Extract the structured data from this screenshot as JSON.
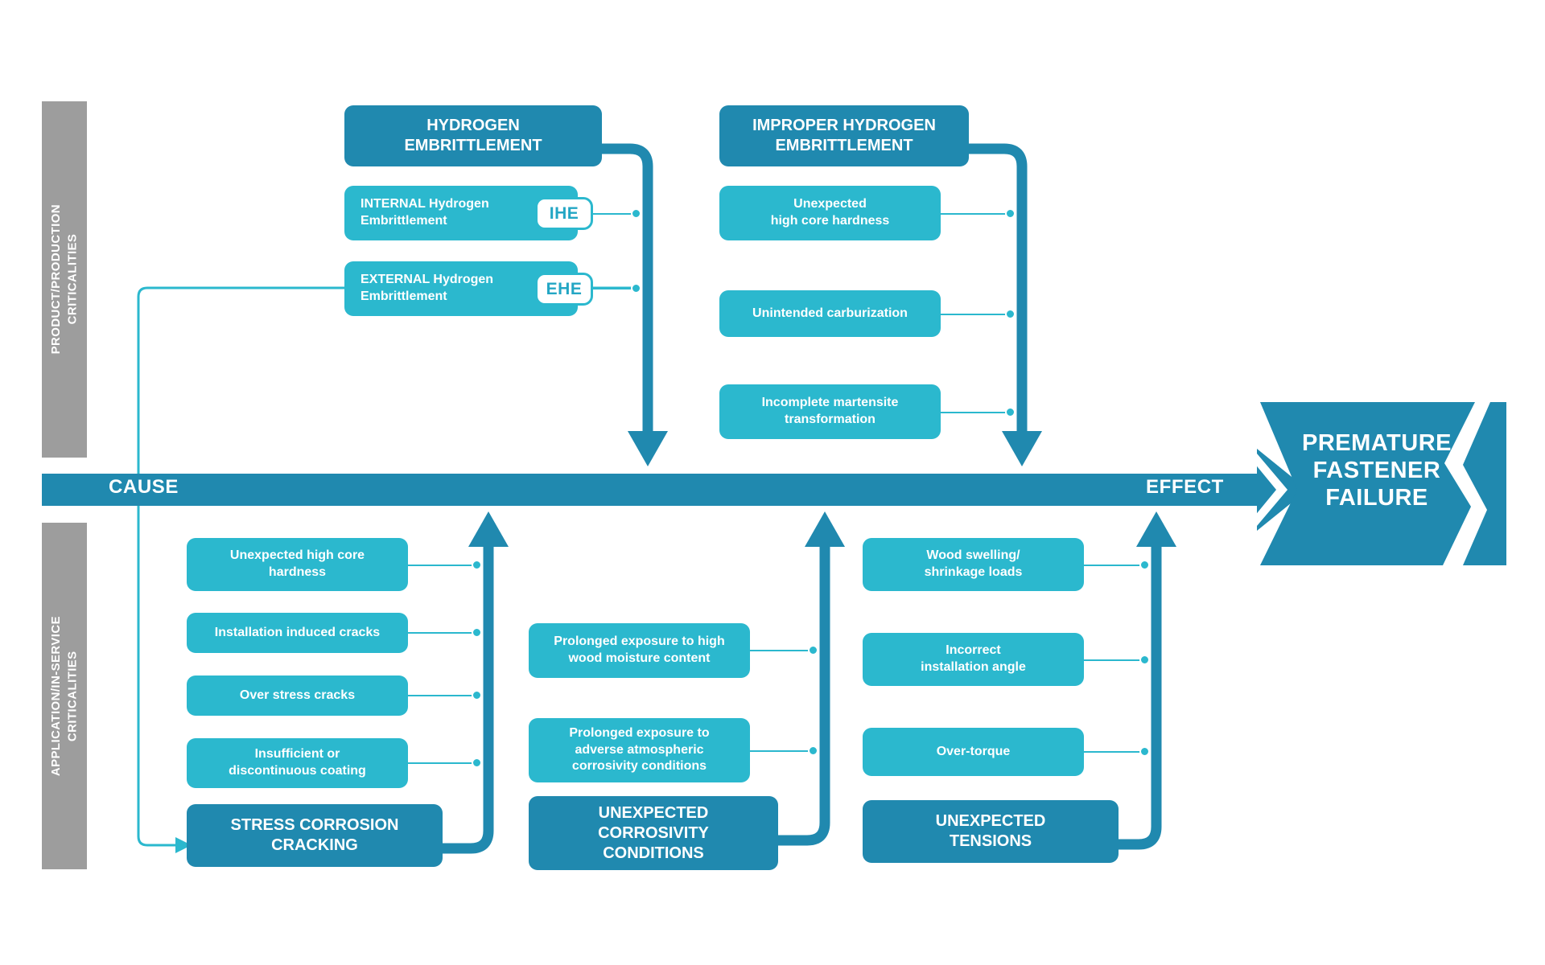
{
  "diagram": {
    "title": "Premature Fastener Failure cause and effect diagram",
    "axis": {
      "cause_label": "CAUSE",
      "effect_label": "EFFECT"
    },
    "result": {
      "text": "PREMATURE\nFASTENER\nFAILURE"
    },
    "rails": [
      {
        "id": "rail-top",
        "label": "PRODUCT/PRODUCTION\nCRITICALITIES"
      },
      {
        "id": "rail-bottom",
        "label": "APPLICATION/IN-SERVICE\nCRITICALITIES"
      }
    ],
    "colors": {
      "dark_teal": "#2089AF",
      "light_cyan": "#2BB8CE",
      "rail_grey": "#9d9d9d",
      "white": "#ffffff"
    },
    "groups": [
      {
        "id": "hydrogen-embrittlement",
        "region": "product-production",
        "header": "HYDROGEN\nEMBRITTLEMENT",
        "items": [
          {
            "label": "INTERNAL Hydrogen\nEmbrittlement",
            "badge": "IHE"
          },
          {
            "label": "EXTERNAL Hydrogen\nEmbrittlement",
            "badge": "EHE"
          }
        ]
      },
      {
        "id": "improper-hydrogen-embrittlement",
        "region": "product-production",
        "header": "IMPROPER HYDROGEN\nEMBRITTLEMENT",
        "items": [
          {
            "label": "Unexpected\nhigh core hardness",
            "badge": ""
          },
          {
            "label": "Unintended carburization",
            "badge": ""
          },
          {
            "label": "Incomplete martensite\ntransformation",
            "badge": ""
          }
        ]
      },
      {
        "id": "stress-corrosion-cracking",
        "region": "application-in-service",
        "header": "STRESS CORROSION\nCRACKING",
        "items": [
          {
            "label": "Unexpected high core\nhardness",
            "badge": ""
          },
          {
            "label": "Installation induced cracks",
            "badge": ""
          },
          {
            "label": "Over stress cracks",
            "badge": ""
          },
          {
            "label": "Insufficient or\ndiscontinuous coating",
            "badge": ""
          }
        ]
      },
      {
        "id": "unexpected-corrosivity-conditions",
        "region": "application-in-service",
        "header": "UNEXPECTED\nCORROSIVITY\nCONDITIONS",
        "items": [
          {
            "label": "Prolonged exposure to high\nwood moisture content",
            "badge": ""
          },
          {
            "label": "Prolonged exposure to\nadverse atmospheric\ncorrosivity conditions",
            "badge": ""
          }
        ]
      },
      {
        "id": "unexpected-tensions",
        "region": "application-in-service",
        "header": "UNEXPECTED\nTENSIONS",
        "items": [
          {
            "label": "Wood swelling/\nshrinkage loads",
            "badge": ""
          },
          {
            "label": "Incorrect\ninstallation angle",
            "badge": ""
          },
          {
            "label": "Over-torque",
            "badge": ""
          }
        ]
      }
    ]
  }
}
